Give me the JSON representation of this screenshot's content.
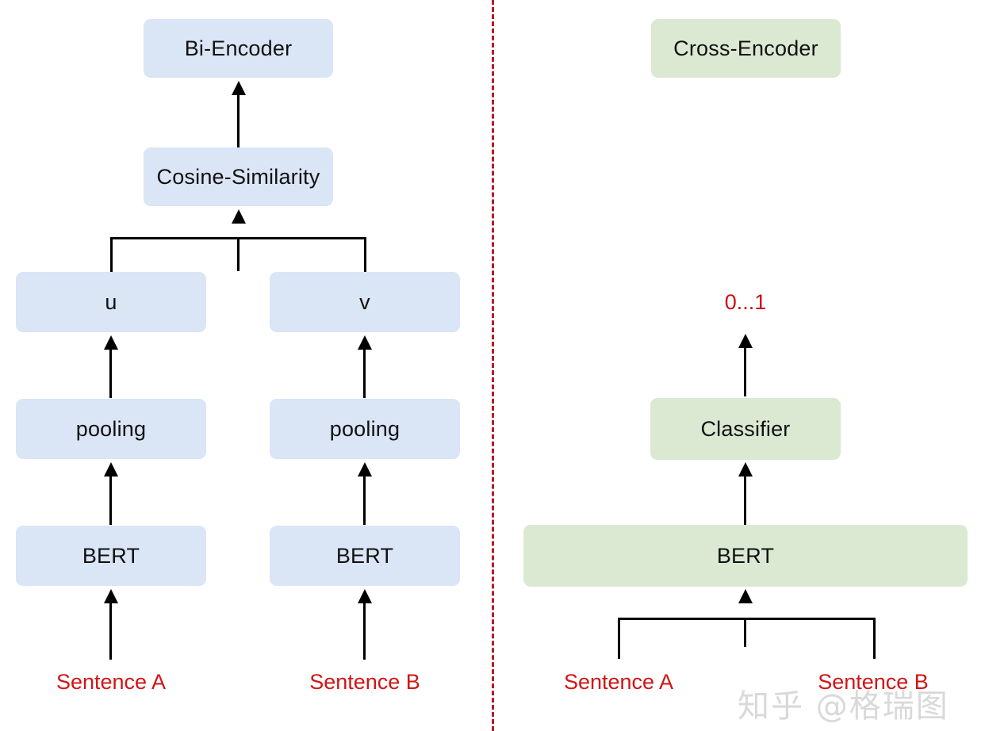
{
  "figure": {
    "title_left": "Bi-Encoder",
    "title_right": "Cross-Encoder",
    "divider": "vertical-dashed-red"
  },
  "colors": {
    "blue_fill": "#dae5f6",
    "green_fill": "#dbe9d3",
    "red_text": "#d01515",
    "divider": "#b41c28",
    "arrow": "#000000",
    "watermark": "#d9d9d9"
  },
  "bi_encoder": {
    "header": "Bi-Encoder",
    "similarity": "Cosine-Similarity",
    "vector_left": "u",
    "vector_right": "v",
    "pooling_left": "pooling",
    "pooling_right": "pooling",
    "bert_left": "BERT",
    "bert_right": "BERT",
    "sentence_left": "Sentence A",
    "sentence_right": "Sentence B"
  },
  "cross_encoder": {
    "header": "Cross-Encoder",
    "score": "0...1",
    "classifier": "Classifier",
    "bert": "BERT",
    "sentence_left": "Sentence A",
    "sentence_right": "Sentence B"
  },
  "watermark": {
    "text": "知乎 @格瑞图"
  }
}
